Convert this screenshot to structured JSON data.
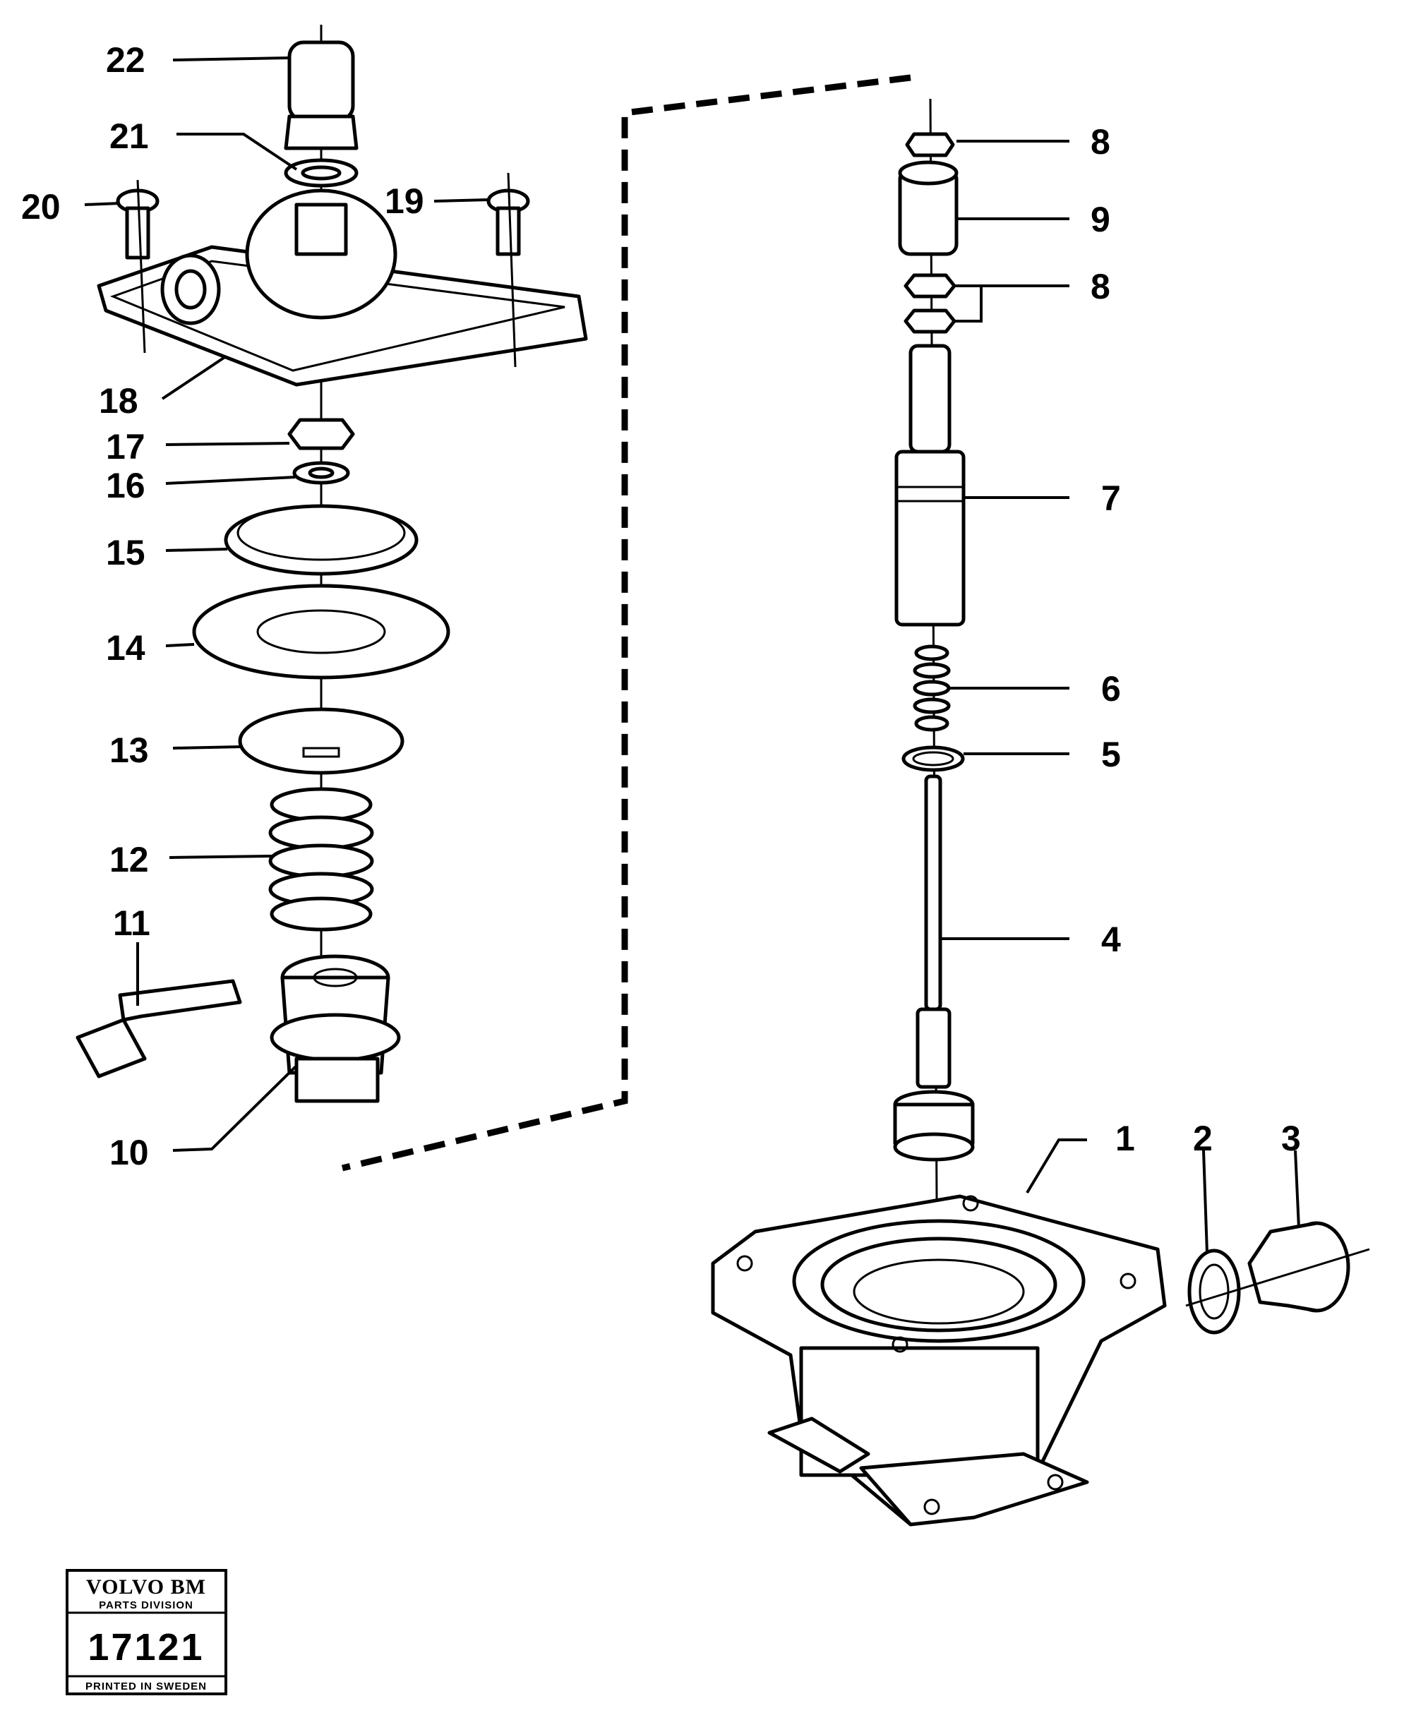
{
  "callouts": {
    "c1": "1",
    "c2": "2",
    "c3": "3",
    "c4": "4",
    "c5": "5",
    "c6": "6",
    "c7": "7",
    "c8a": "8",
    "c8b": "8",
    "c9": "9",
    "c10": "10",
    "c11": "11",
    "c12": "12",
    "c13": "13",
    "c14": "14",
    "c15": "15",
    "c16": "16",
    "c17": "17",
    "c18": "18",
    "c19": "19",
    "c20": "20",
    "c21": "21",
    "c22": "22"
  },
  "stamp": {
    "brand": "VOLVO BM",
    "division": "PARTS DIVISION",
    "number": "17121",
    "footer": "PRINTED IN SWEDEN"
  }
}
